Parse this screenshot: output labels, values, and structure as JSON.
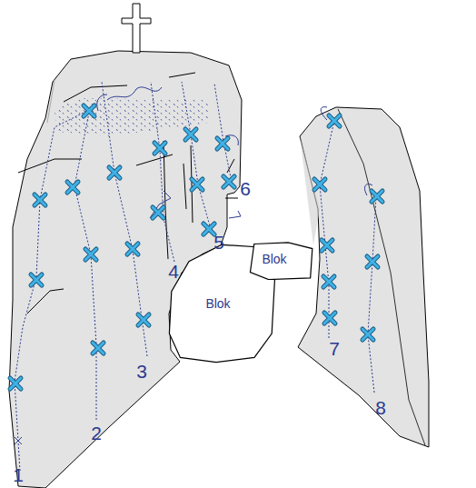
{
  "diagram": {
    "nodes": [
      {
        "text": [
          "Blok"
        ]
      },
      {
        "text": [
          "Blok"
        ]
      }
    ],
    "labels": [
      "1",
      "2",
      "3",
      "4",
      "5",
      "6",
      "7",
      "8"
    ]
  }
}
